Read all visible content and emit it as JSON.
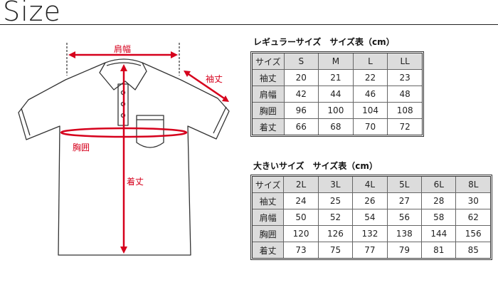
{
  "page": {
    "title": "Size"
  },
  "diagram": {
    "shoulder_label": "肩幅",
    "sleeve_label": "袖丈",
    "chest_label": "胸囲",
    "length_label": "着丈"
  },
  "regular_table": {
    "title": "レギュラーサイズ　サイズ表（cm）",
    "header": [
      "サイズ",
      "S",
      "M",
      "L",
      "LL"
    ],
    "rows": [
      [
        "袖丈",
        "20",
        "21",
        "22",
        "23"
      ],
      [
        "肩幅",
        "42",
        "44",
        "46",
        "48"
      ],
      [
        "胸囲",
        "96",
        "100",
        "104",
        "108"
      ],
      [
        "着丈",
        "66",
        "68",
        "70",
        "72"
      ]
    ]
  },
  "large_table": {
    "title": "大きいサイズ　サイズ表（cm）",
    "header": [
      "サイズ",
      "2L",
      "3L",
      "4L",
      "5L",
      "6L",
      "8L"
    ],
    "rows": [
      [
        "袖丈",
        "24",
        "25",
        "26",
        "27",
        "28",
        "30"
      ],
      [
        "肩幅",
        "50",
        "52",
        "54",
        "56",
        "58",
        "62"
      ],
      [
        "胸囲",
        "120",
        "126",
        "132",
        "138",
        "144",
        "156"
      ],
      [
        "着丈",
        "73",
        "75",
        "77",
        "79",
        "81",
        "85"
      ]
    ]
  },
  "colors": {
    "accent": "#d6001c",
    "header_bg": "#dcdcdc",
    "line": "#333333"
  }
}
